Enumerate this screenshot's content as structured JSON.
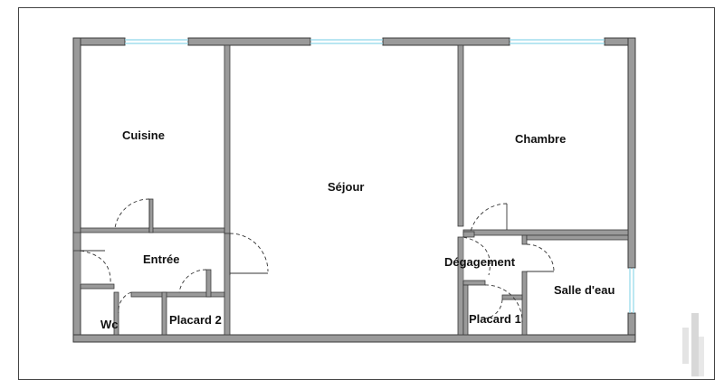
{
  "floor_plan": {
    "rooms": [
      {
        "id": "cuisine",
        "label": "Cuisine"
      },
      {
        "id": "sejour",
        "label": "Séjour"
      },
      {
        "id": "chambre",
        "label": "Chambre"
      },
      {
        "id": "entree",
        "label": "Entrée"
      },
      {
        "id": "degagement",
        "label": "Dégagement"
      },
      {
        "id": "wc",
        "label": "Wc"
      },
      {
        "id": "placard2",
        "label": "Placard 2"
      },
      {
        "id": "placard1",
        "label": "Placard 1"
      },
      {
        "id": "salle-deau",
        "label": "Salle d'eau"
      }
    ],
    "colors": {
      "wall_fill": "#9a9a9a",
      "wall_stroke": "#3a3a3a",
      "window": "#8fd8ea",
      "door_swing": "#333333",
      "frame": "#444444"
    },
    "icons": {
      "watermark": "brand-logo-watermark"
    }
  }
}
